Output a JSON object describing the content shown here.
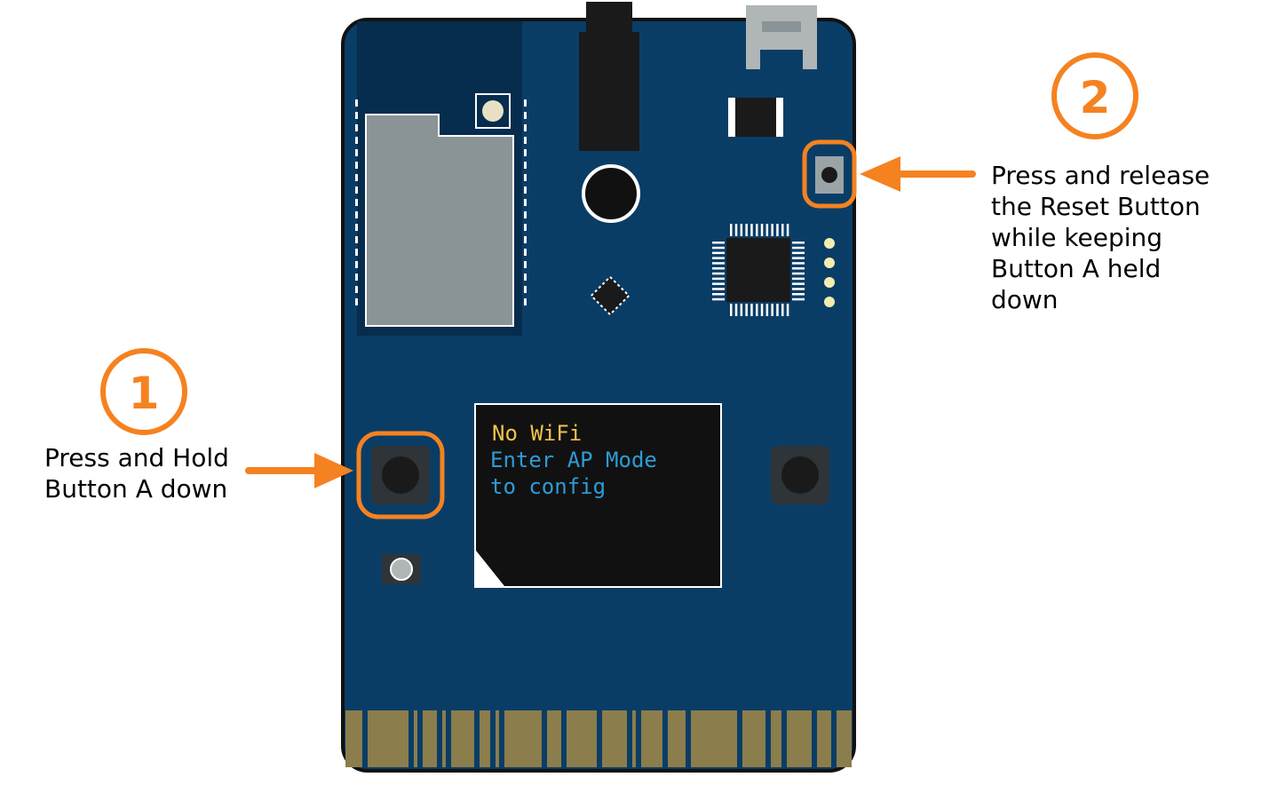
{
  "colors": {
    "board": "#0a3d66",
    "board_dark": "#062c4e",
    "accent_orange": "#f58220",
    "oled_bg": "#111111",
    "oled_title": "#f0c24b",
    "oled_text": "#2e9bd6",
    "gold_fingers": "#8b7d4c",
    "module_silver": "#8a9396"
  },
  "steps": [
    {
      "number": "1",
      "instruction": "Press and Hold\nButton A down"
    },
    {
      "number": "2",
      "instruction": "Press and release\nthe Reset Button\nwhile keeping\nButton A held\ndown"
    }
  ],
  "oled": {
    "line1": "No WiFi",
    "line2": "Enter AP Mode",
    "line3": "to config"
  },
  "icons": {
    "step1_arrow": "arrow-right-icon",
    "step2_arrow": "arrow-left-icon"
  }
}
